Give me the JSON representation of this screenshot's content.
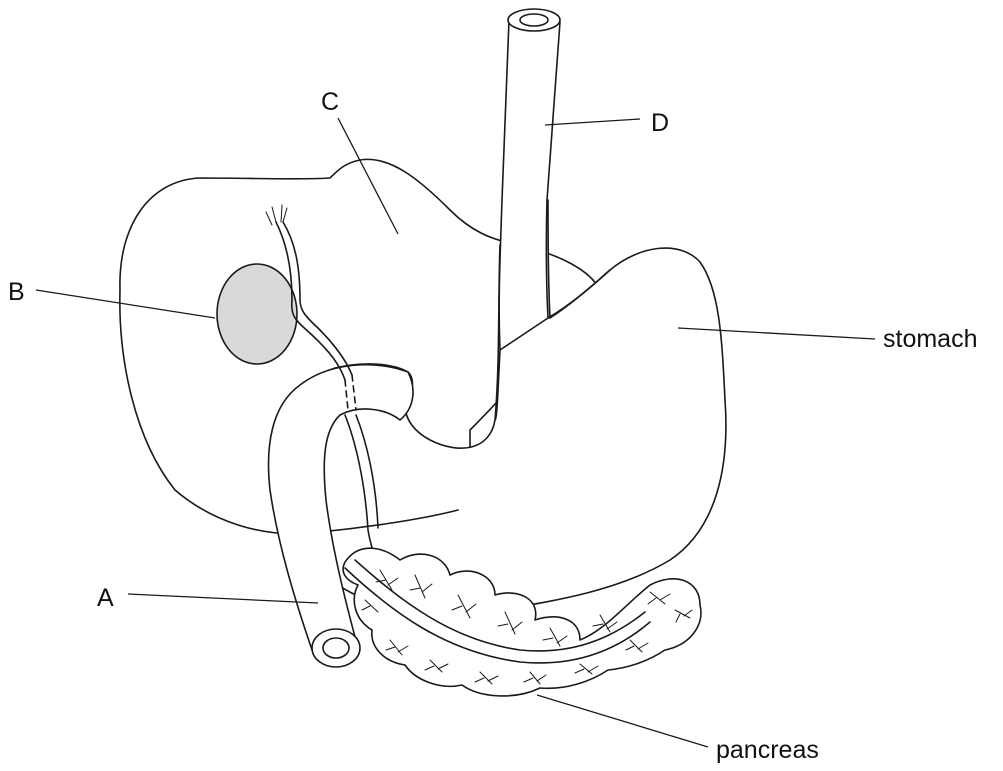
{
  "labels": {
    "a": "A",
    "b": "B",
    "c": "C",
    "d": "D",
    "stomach": "stomach",
    "pancreas": "pancreas"
  },
  "colors": {
    "outline": "#1a1a1a",
    "gall_bladder_fill": "#d9d9d9",
    "background": "#ffffff"
  }
}
